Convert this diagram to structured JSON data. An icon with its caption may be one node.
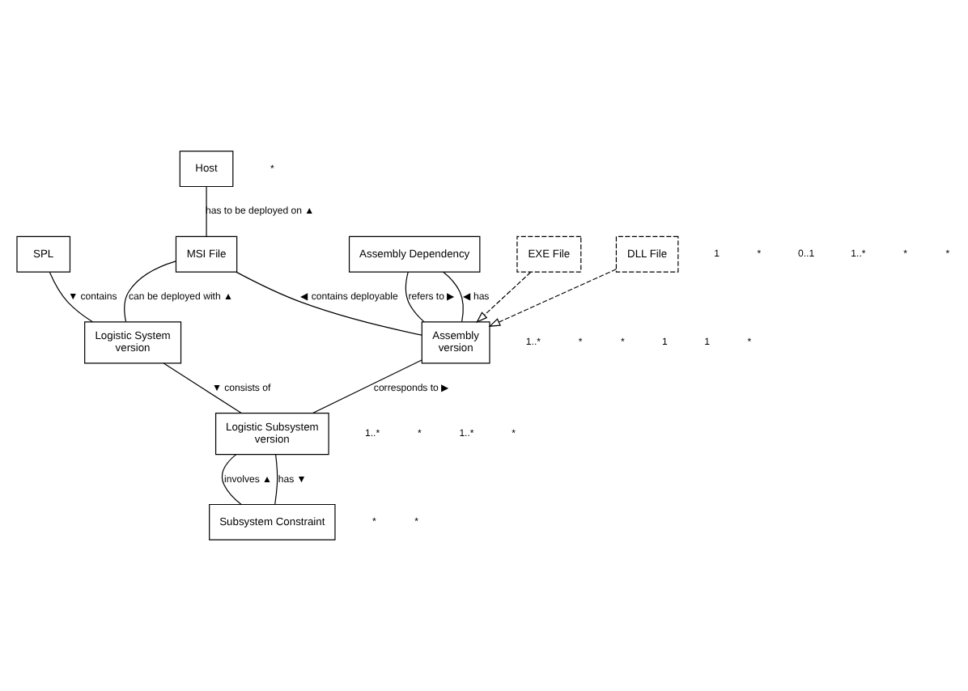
{
  "diagram": {
    "nodes": [
      {
        "text": [
          "SPL"
        ]
      },
      {
        "text": [
          "Host"
        ]
      },
      {
        "text": [
          "MSI File"
        ]
      },
      {
        "text": [
          "Logistic System",
          "version"
        ]
      },
      {
        "text": [
          "Assembly Dependency"
        ]
      },
      {
        "text": [
          "Assembly",
          "version"
        ]
      },
      {
        "text": [
          "Logistic Subsystem",
          "version"
        ]
      },
      {
        "text": [
          "EXE File"
        ]
      },
      {
        "text": [
          "DLL File"
        ]
      },
      {
        "text": [
          "Subsystem Constraint"
        ]
      }
    ],
    "edges": [
      {
        "from": 0,
        "to": 3,
        "arrow": "none",
        "label": "▼ contains"
      },
      {
        "from": 1,
        "to": 2,
        "arrow": "none",
        "label": "has to be deployed on ▲"
      },
      {
        "from": 2,
        "to": 3,
        "arrow": "none",
        "label": "can be deployed with ▲"
      },
      {
        "from": 2,
        "to": 5,
        "arrow": "none",
        "label": "◀ contains deployable"
      },
      {
        "from": 4,
        "to": 5,
        "arrow": "none",
        "label": "refers to ▶"
      },
      {
        "from": 4,
        "to": 5,
        "arrow": "none",
        "label": "◀ has"
      },
      {
        "from": 3,
        "to": 6,
        "arrow": "none",
        "label": "▼ consists of"
      },
      {
        "from": 5,
        "to": 6,
        "arrow": "none",
        "label": "corresponds to ▶"
      },
      {
        "from": 6,
        "to": 9,
        "arrow": "none",
        "label": "involves ▲"
      },
      {
        "from": 6,
        "to": 9,
        "arrow": "none",
        "label": "has ▼"
      },
      {
        "from": 7,
        "to": 5,
        "arrow": "to",
        "style": "dashed"
      },
      {
        "from": 8,
        "to": 5,
        "arrow": "to",
        "style": "dashed"
      }
    ],
    "labels": [
      "1",
      "*",
      "1..*",
      "*",
      "0..1",
      "1..*",
      "*",
      "*",
      "*",
      "1",
      "1..*",
      "*",
      "1",
      "*",
      "*",
      "1..*",
      "*",
      "*",
      "*"
    ]
  }
}
